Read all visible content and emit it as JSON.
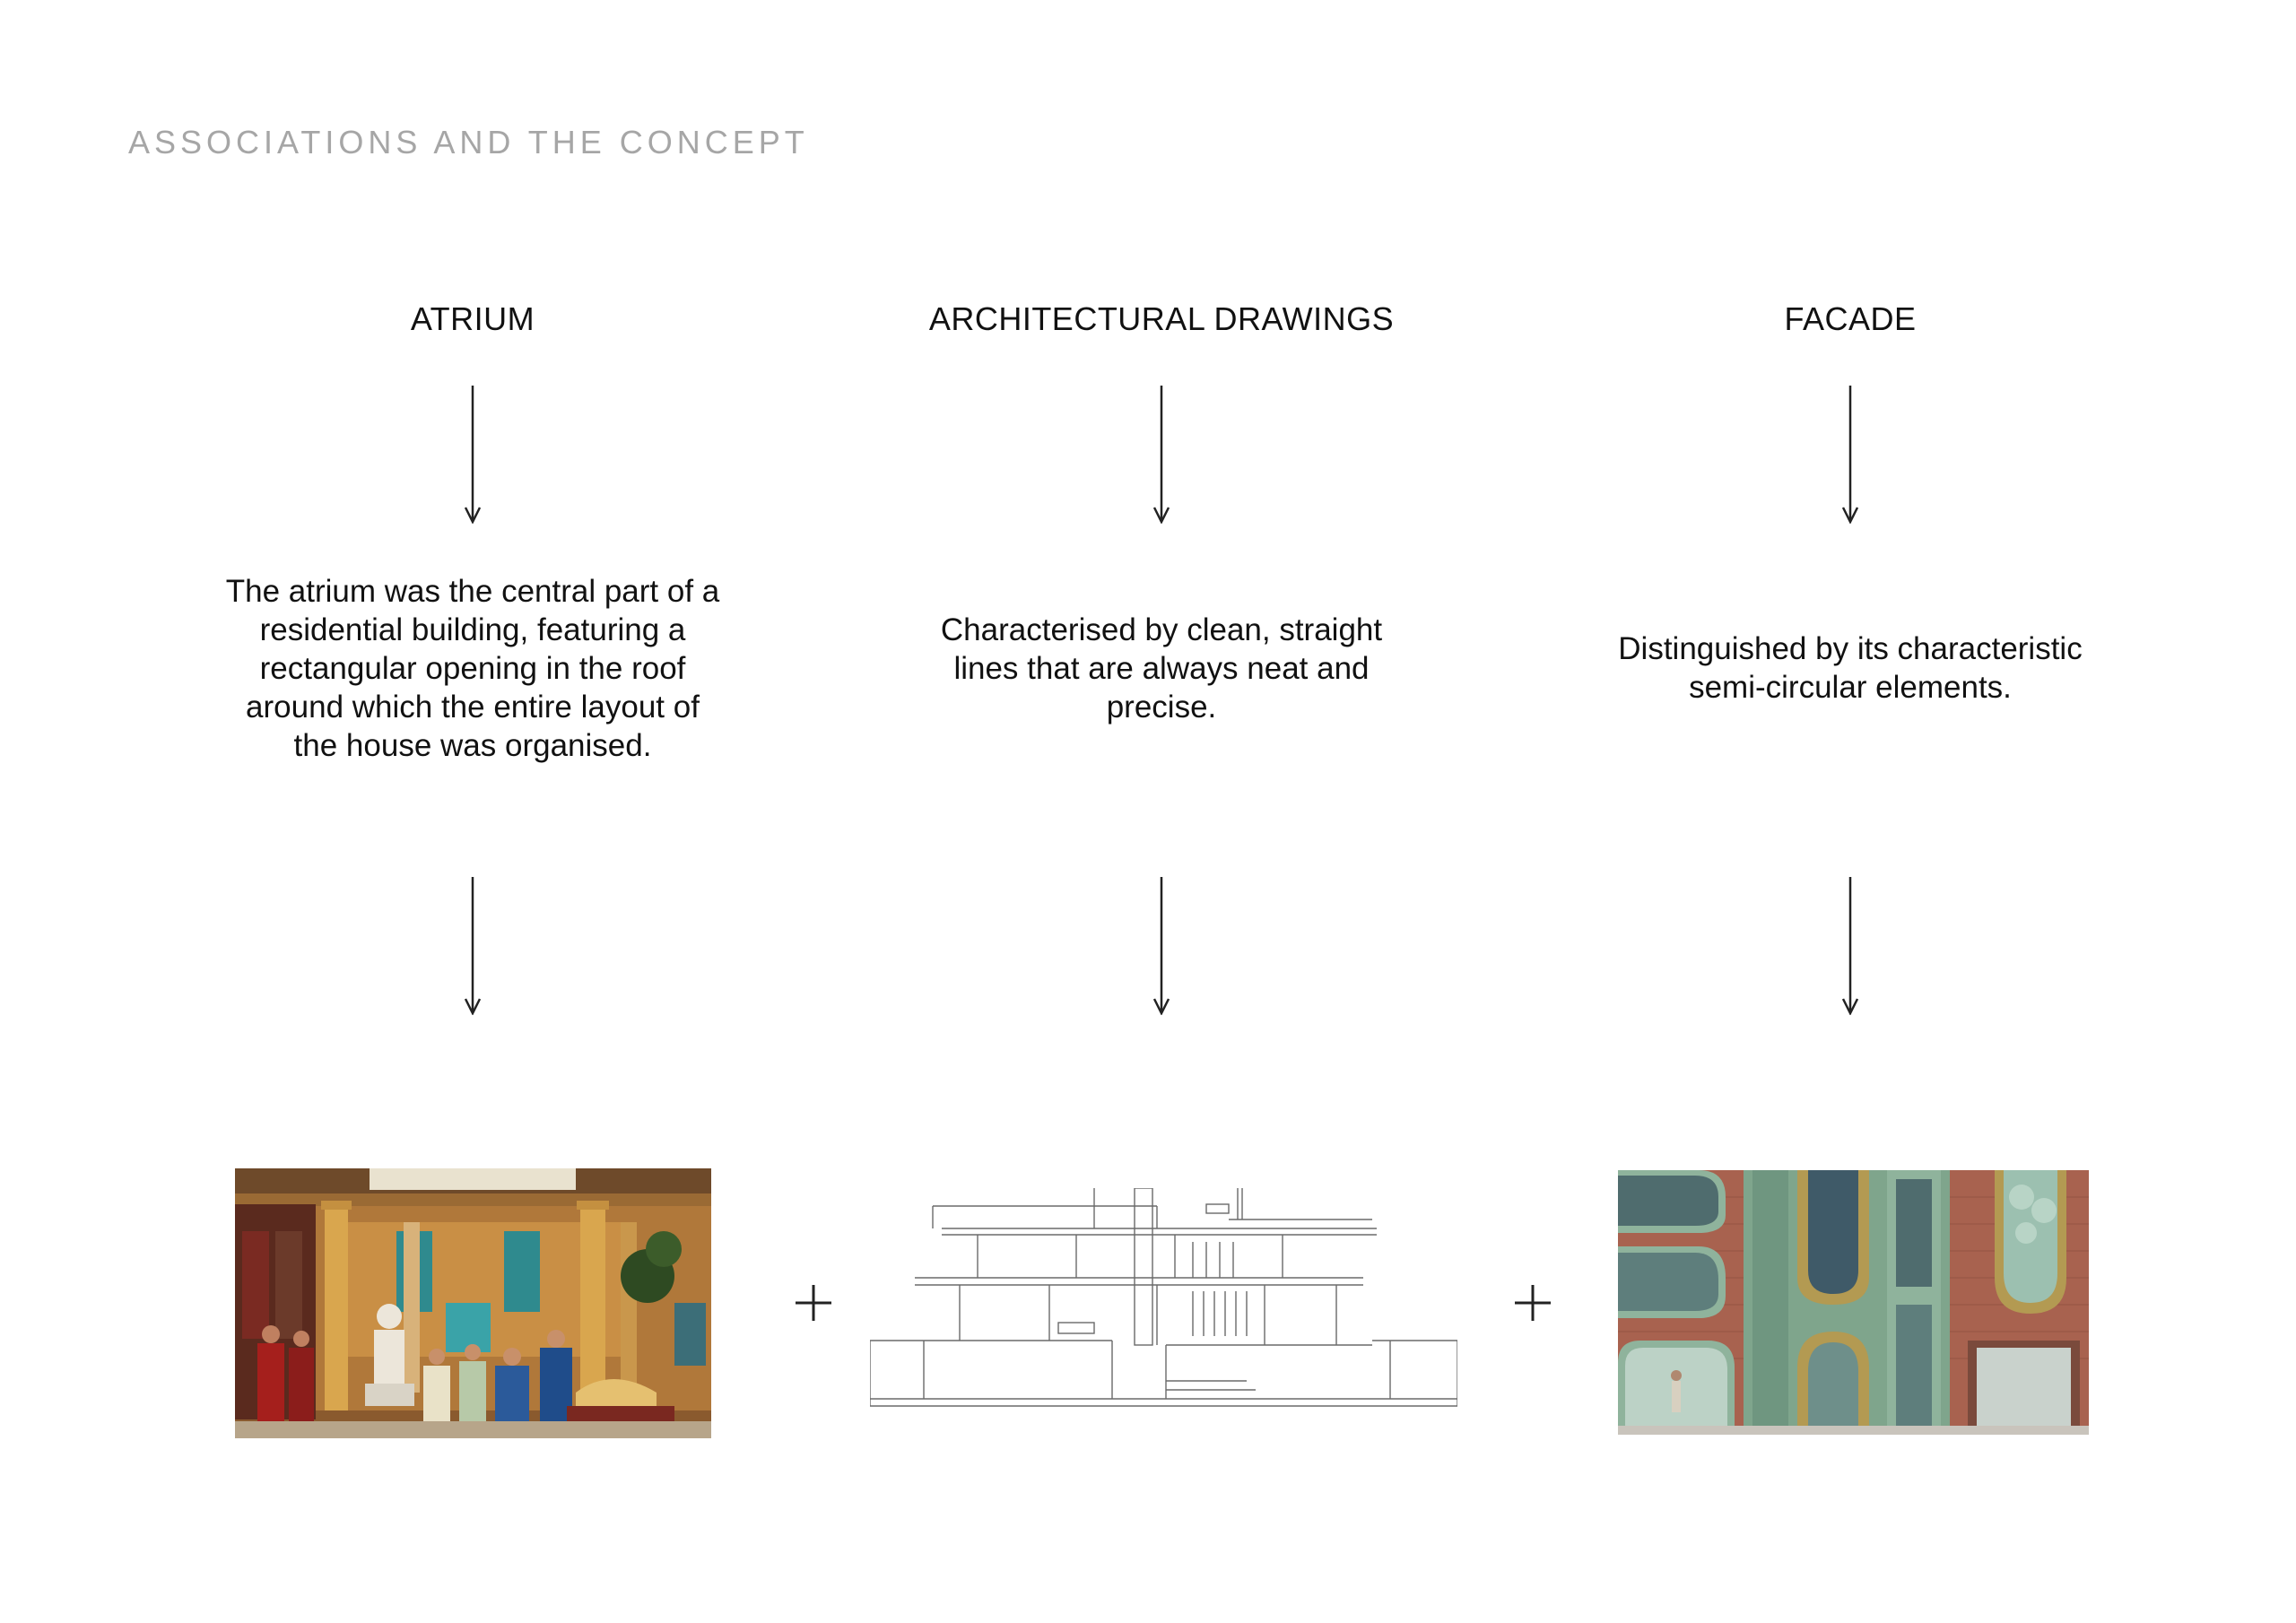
{
  "title": "ASSOCIATIONS AND THE CONCEPT",
  "columns": [
    {
      "heading": "ATRIUM",
      "description": "The atrium was the central part of a residential building, featuring a rectangular opening in the roof around which the entire layout of the house was organised."
    },
    {
      "heading": "ARCHITECTURAL DRAWINGS",
      "description": "Characterised by clean, straight lines that are always neat and precise."
    },
    {
      "heading": "FACADE",
      "description": "Distinguished by its characteristic semi-circular elements."
    }
  ],
  "icons": {
    "arrow": "arrow-down-icon",
    "plus": "plus-icon"
  },
  "colors": {
    "title": "#a6a6a6",
    "text": "#111111",
    "brick": "#a8624f",
    "facade_green": "#8fb39c",
    "facade_gold": "#b39a52"
  }
}
